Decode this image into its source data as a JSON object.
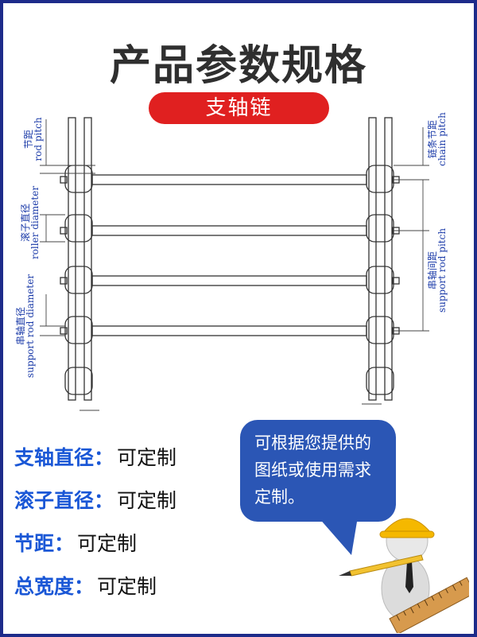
{
  "title": "产品参数规格",
  "badge": "支轴链",
  "labels": {
    "rod_pitch_cn": "节距",
    "rod_pitch_en": "rod pitch",
    "roller_diameter_cn": "滚子直径",
    "roller_diameter_en": "roller diameter",
    "support_rod_diameter_cn": "串轴直径",
    "support_rod_diameter_en": "support rod diameter",
    "chain_pitch_cn": "链条节距",
    "chain_pitch_en": "chain pitch",
    "support_rod_pitch_cn": "串轴间距",
    "support_rod_pitch_en": "support rod pitch"
  },
  "specs": [
    {
      "key": "支轴直径：",
      "value": "可定制"
    },
    {
      "key": "滚子直径：",
      "value": "可定制"
    },
    {
      "key": "节距：",
      "value": "可定制"
    },
    {
      "key": "总宽度：",
      "value": "可定制"
    }
  ],
  "bubble": [
    "可根据您提供的",
    "图纸或使用需求",
    "定制。"
  ],
  "colors": {
    "accent": "#1a57d6",
    "badge": "#e02020",
    "bubble": "#2b56b5",
    "frame": "#1d2b8a"
  }
}
